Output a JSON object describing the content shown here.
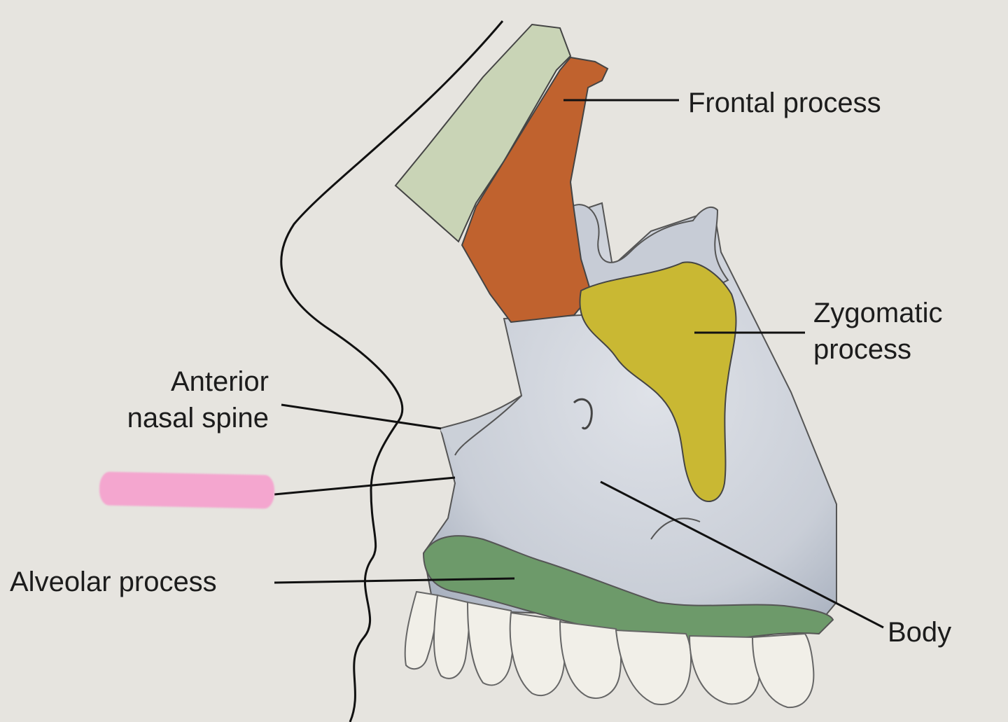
{
  "labels": {
    "frontal_process": "Frontal process",
    "zygomatic_process_line1": "Zygomatic",
    "zygomatic_process_line2": "process",
    "anterior_nasal_spine_line1": "Anterior",
    "anterior_nasal_spine_line2": "nasal spine",
    "alveolar_process": "Alveolar process",
    "body": "Body"
  },
  "colors": {
    "background": "#e6e4df",
    "nasal_bone": "#c9d4b6",
    "frontal_process": "#c0622e",
    "zygomatic_process": "#c9b833",
    "alveolar_process": "#6d9a6a",
    "body": "#cbd0d8",
    "teeth": "#f1efe8",
    "redaction": "#f4a6cf"
  },
  "redacted_label": {
    "icon": "pink-highlighter-redaction"
  }
}
